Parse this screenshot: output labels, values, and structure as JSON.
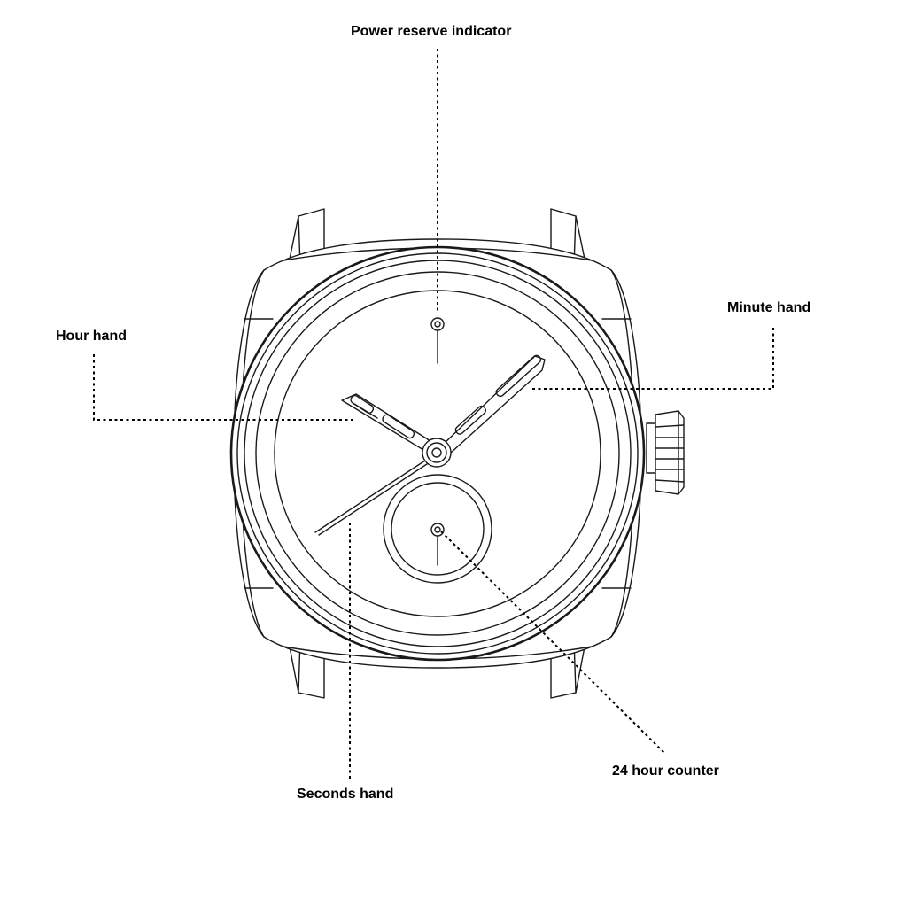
{
  "callouts": {
    "power_reserve": "Power reserve indicator",
    "minute_hand": "Minute hand",
    "hour_hand": "Hour hand",
    "counter_24h": "24 hour counter",
    "seconds_hand": "Seconds hand"
  },
  "colors": {
    "line": "#1a1a1a",
    "background": "#ffffff",
    "label": "#000000"
  }
}
